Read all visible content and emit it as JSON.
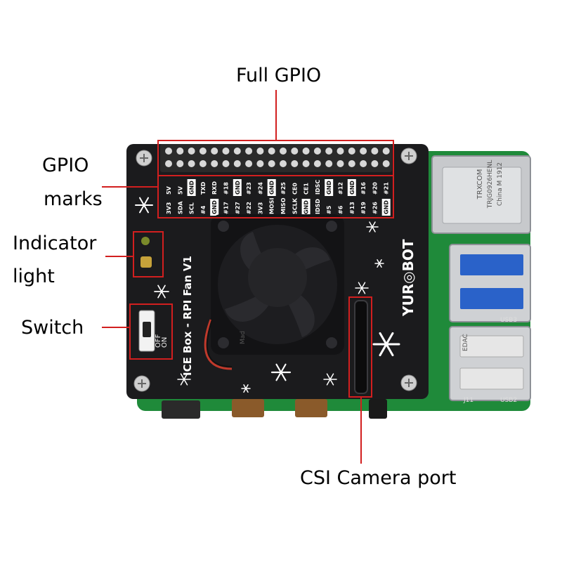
{
  "callouts": {
    "full_gpio": "Full GPIO",
    "gpio_marks_line1": "GPIO",
    "gpio_marks_line2": "marks",
    "indicator_line1": "Indicator",
    "indicator_line2": "light",
    "switch": "Switch",
    "csi": "CSI Camera port"
  },
  "board": {
    "brand": "YUR◎BOT",
    "model": "ICE Box - RPI Fan V1",
    "switch_on": "ON",
    "switch_off": "OFF",
    "fan_text": "Mad",
    "ethernet_text": [
      "TRXCOM",
      "TRJG0926HENL",
      "China M 1912"
    ],
    "usb_labels": [
      "USB3",
      "USB2"
    ],
    "ic_text": "EDAC",
    "j11": "J11"
  },
  "pins": {
    "top_row": [
      "5V",
      "5V",
      "GND",
      "TXD",
      "RXD",
      "#18",
      "GND",
      "#23",
      "#24",
      "GND",
      "#25",
      "CE0",
      "CE1",
      "IDSC",
      "GND",
      "#12",
      "GND",
      "#16",
      "#20",
      "#21"
    ],
    "bottom_row": [
      "3V3",
      "SDA",
      "SCL",
      "#4",
      "GND",
      "#17",
      "#27",
      "#22",
      "3V3",
      "MOSI",
      "MISO",
      "SCLK",
      "GND",
      "IDSD",
      "#5",
      "#6",
      "#13",
      "#19",
      "#26",
      "GND"
    ]
  },
  "colors": {
    "callout_line": "#d21f1f",
    "case": "#1b1b1d",
    "pcb": "#1f8a3a"
  }
}
